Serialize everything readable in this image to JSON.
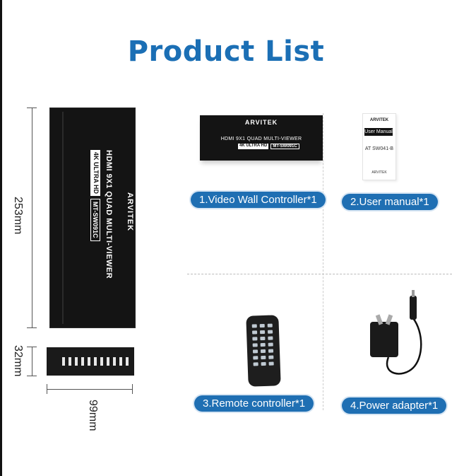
{
  "title": "Product List",
  "dimensions": {
    "height": "253mm",
    "depth": "32mm",
    "width": "99mm"
  },
  "device": {
    "brand": "ARVITEK",
    "model_line": "HDMI 9X1 QUAD MULTI-VIEWER",
    "badge_4k": "4K ULTRA HD",
    "model_code": "MT-SW091C"
  },
  "items": [
    {
      "label": "1.Video Wall Controller*1"
    },
    {
      "label": "2.User manual*1"
    },
    {
      "label": "3.Remote controller*1"
    },
    {
      "label": "4.Power adapter*1"
    }
  ],
  "manual": {
    "brand": "ARVITEK",
    "title": "User Manual",
    "model": "AT SW041-B",
    "footer": "ARVITEK"
  },
  "colors": {
    "accent": "#1f6fb3",
    "title": "#1b6fb5",
    "device": "#141414"
  }
}
